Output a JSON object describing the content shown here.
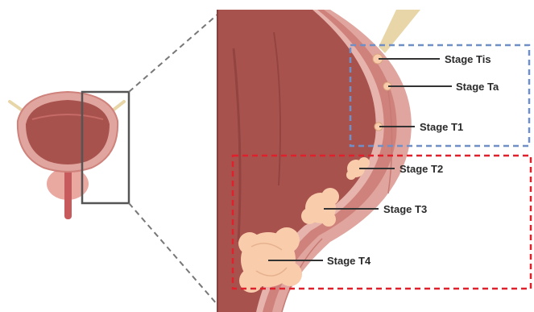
{
  "labels": {
    "tis": "Stage Tis",
    "ta": "Stage Ta",
    "t1": "Stage T1",
    "t2": "Stage T2",
    "t3": "Stage T3",
    "t4": "Stage T4"
  },
  "colors": {
    "lumen": "#a8524e",
    "wall": "#e0a59e",
    "wall_inner": "#cf827c",
    "tumor": "#f9ccac",
    "nerve": "#e8d6a8",
    "muscle_group_box": "#6f8fc6",
    "invasive_group_box": "#e0202a"
  }
}
